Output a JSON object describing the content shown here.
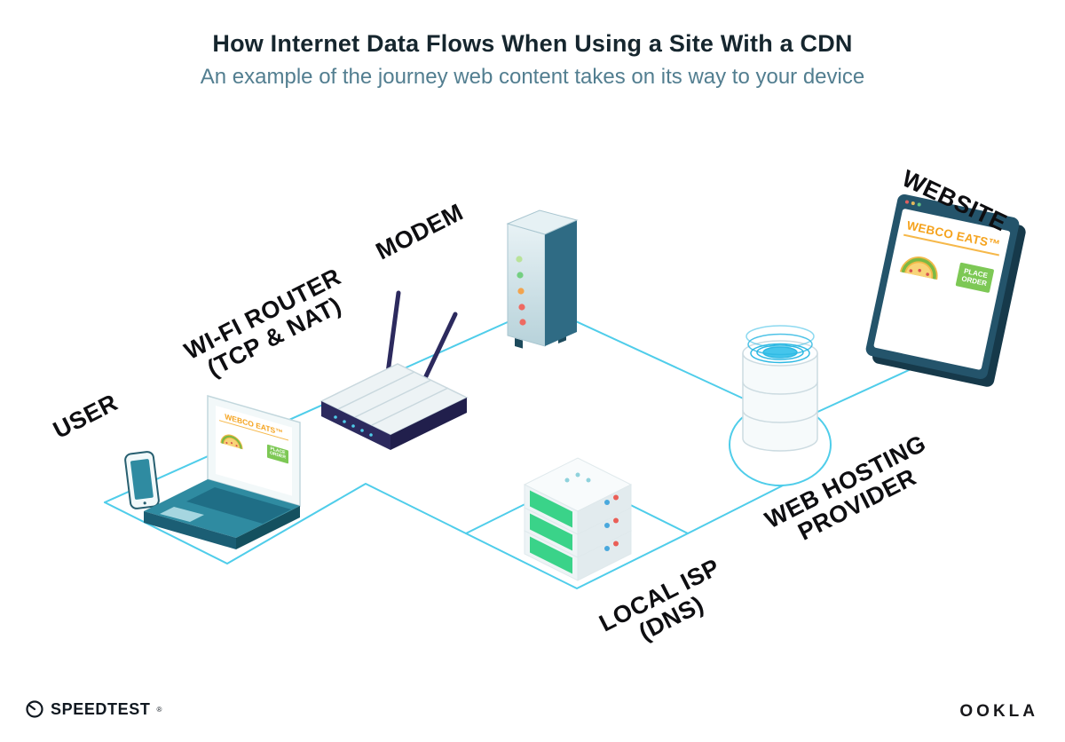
{
  "header": {
    "title": "How Internet Data Flows When Using a Site With a CDN",
    "subtitle": "An example of the journey web content takes on its way to your device"
  },
  "diagram": {
    "labels": {
      "user": "USER",
      "router_line1": "WI-FI ROUTER",
      "router_line2": "(TCP & NAT)",
      "modem": "MODEM",
      "isp_line1": "LOCAL ISP",
      "isp_line2": "(DNS)",
      "hosting_line1": "WEB HOSTING",
      "hosting_line2": "PROVIDER",
      "website": "WEBSITE"
    },
    "website_screen": {
      "brand": "WEBCO EATS™",
      "cta_line1": "PLACE",
      "cta_line2": "ORDER"
    },
    "icons": {
      "taco": "taco-illustration",
      "speedtest_gauge": "circular-gauge-icon"
    },
    "colors": {
      "connection_line": "#4fcdea",
      "brand_orange": "#f5a31e",
      "button_green": "#7dc855",
      "device_teal": "#2f8ba1",
      "dark_navy": "#24546b"
    }
  },
  "footer": {
    "speedtest_label": "SPEEDTEST",
    "speedtest_mark": "®",
    "ookla_label": "OOKLA"
  }
}
